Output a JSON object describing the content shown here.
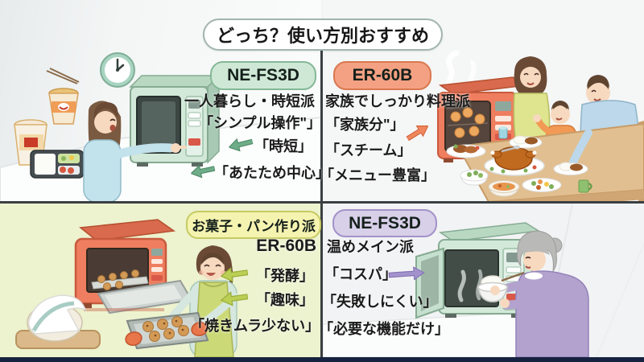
{
  "title": "どっち？使い方別おすすめ",
  "colors": {
    "divider": "#3a3f42",
    "bottom_bar": "#16223f",
    "title_border": "#a2b5ae"
  },
  "quadrants": {
    "top_left": {
      "badge_label": "NE-FS3D",
      "sub_label": "一人暮らし・時短派",
      "features": [
        "「シンプル操作\"」",
        "「時短」",
        "「あたため中心」"
      ],
      "badge_bg": "#cfe8d6",
      "badge_border": "#84b896",
      "arrow_color": "#6fac88",
      "scene": "woman-using-mint-green-microwave-with-cup-noodles-bento-and-wall-clock"
    },
    "top_right": {
      "badge_label": "ER-60B",
      "sub_label": "家族でしっかり料理派",
      "features": [
        "「家族分\"」",
        "「スチーム」",
        "「メニュー豊富」"
      ],
      "badge_bg": "#f4a183",
      "badge_border": "#d97850",
      "arrow_color": "#f0875c",
      "scene": "family-of-three-at-dinner-table-with-steaming-red-oven-and-roast-chicken"
    },
    "bottom_left": {
      "badge_label": "お菓子・パン作り派",
      "sub_label": "ER-60B",
      "features": [
        "「発酵」",
        "「趣味」",
        "「焼きムラ少ない」"
      ],
      "badge_bg": "#f5f3b0",
      "badge_border": "#c6ca62",
      "arrow_color": "#bccf55",
      "scene": "woman-baking-cookies-with-red-oven-and-rising-bread-dough"
    },
    "bottom_right": {
      "badge_label": "NE-FS3D",
      "sub_label": "温めメイン派",
      "features": [
        "「コスパ」",
        "「失敗しにくい」",
        "「必要な機能だけ」"
      ],
      "badge_bg": "#d8cfe9",
      "badge_border": "#a392c8",
      "arrow_color": "#a393cc",
      "scene": "elderly-woman-warming-rice-bowl-in-mint-green-microwave"
    }
  }
}
